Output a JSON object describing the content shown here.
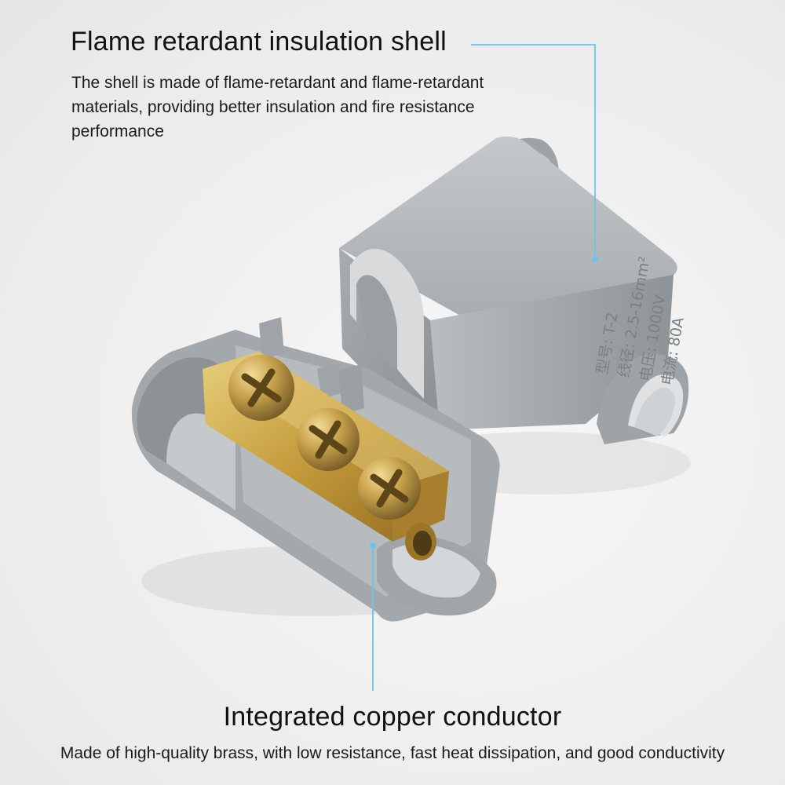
{
  "top_callout": {
    "title": "Flame retardant insulation shell",
    "description": "The shell is made of flame-retardant and flame-retardant materials, providing better insulation and fire resistance performance"
  },
  "bottom_callout": {
    "title": "Integrated copper conductor",
    "description": "Made of high-quality brass, with low resistance, fast heat dissipation, and good conductivity"
  },
  "shell_label_lines": [
    "型号: T-2",
    "线径: 2.5-16mm²",
    "电压: 1000V",
    "电流: 80A"
  ],
  "colors": {
    "leader_line": "#6fc3e6",
    "shell_gray": "#a9aeb2",
    "brass": "#c9a548"
  }
}
